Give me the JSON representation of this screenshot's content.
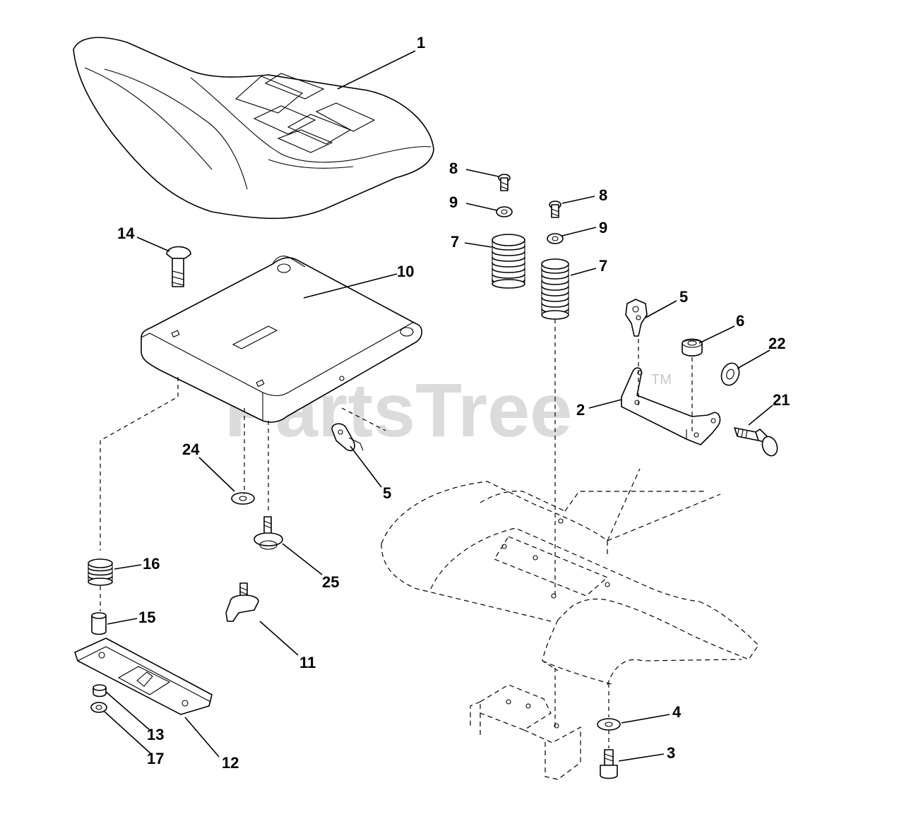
{
  "watermark": {
    "text": "PartsTree",
    "trademark": "TM"
  },
  "callouts": {
    "seat": "1",
    "bracket_2": "2",
    "bolt_3": "3",
    "washer_4": "4",
    "knob_5_upper": "5",
    "knob_5_lower": "5",
    "nut_6": "6",
    "spring_7_left": "7",
    "spring_7_right": "7",
    "screw_8_left": "8",
    "screw_8_right": "8",
    "washer_9_left": "9",
    "washer_9_right": "9",
    "seat_pan_10": "10",
    "knob_11": "11",
    "plate_12": "12",
    "nut_13": "13",
    "carriage_bolt_14": "14",
    "spacer_15": "15",
    "spring_16": "16",
    "washer_17": "17",
    "shoulder_bolt_21": "21",
    "washer_22": "22",
    "washer_24": "24",
    "bolt_25": "25"
  }
}
